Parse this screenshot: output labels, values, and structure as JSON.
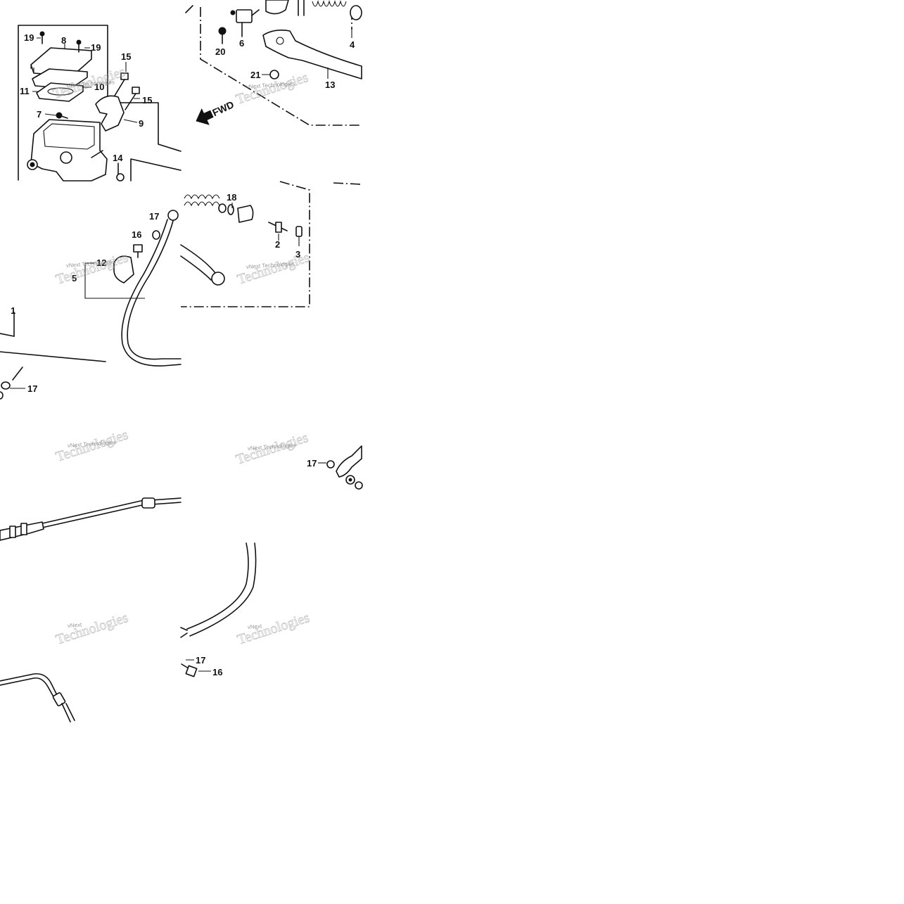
{
  "watermark": {
    "line1": "vNext Technologies",
    "line2": "Technologies",
    "partial": "vNext"
  },
  "direction_label": "FWD",
  "callouts": {
    "n1": "1",
    "n2": "2",
    "n3": "3",
    "n4": "4",
    "n5": "5",
    "n6": "6",
    "n7": "7",
    "n8": "8",
    "n9": "9",
    "n10": "10",
    "n11": "11",
    "n12": "12",
    "n13": "13",
    "n14": "14",
    "n15a": "15",
    "n15b": "15",
    "n16a": "16",
    "n16b": "16",
    "n17a": "17",
    "n17b": "17",
    "n17c": "17",
    "n17d": "17",
    "n18": "18",
    "n19a": "19",
    "n19b": "19",
    "n20": "20",
    "n21": "21"
  },
  "icons": [
    "fwd-arrow-icon"
  ]
}
